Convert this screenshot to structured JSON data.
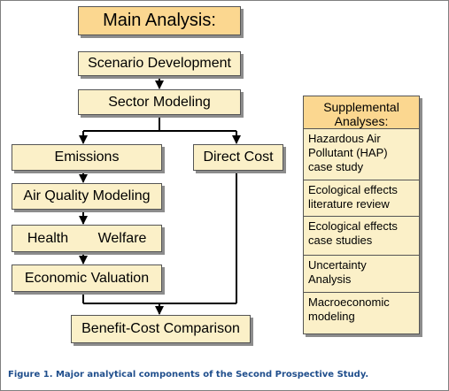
{
  "diagram": {
    "main_title": "Main Analysis:",
    "nodes": {
      "scenario_development": "Scenario Development",
      "sector_modeling": "Sector Modeling",
      "emissions": "Emissions",
      "direct_cost": "Direct Cost",
      "air_quality_modeling": "Air Quality Modeling",
      "health": "Health",
      "welfare": "Welfare",
      "economic_valuation": "Economic Valuation",
      "benefit_cost_comparison": "Benefit-Cost Comparison"
    },
    "supplemental": {
      "title": "Supplemental\nAnalyses:",
      "items": [
        "Hazardous Air\nPollutant (HAP)\ncase study",
        "Ecological effects\nliterature review",
        "Ecological effects\ncase studies",
        "Uncertainty\nAnalysis",
        "Macroeconomic\nmodeling"
      ]
    },
    "caption": "Figure 1.  Major analytical components of the Second Prospective Study.",
    "colors": {
      "box_fill": "#fbf0c8",
      "title_fill": "#fbd790",
      "caption": "#1f4e8c"
    }
  }
}
